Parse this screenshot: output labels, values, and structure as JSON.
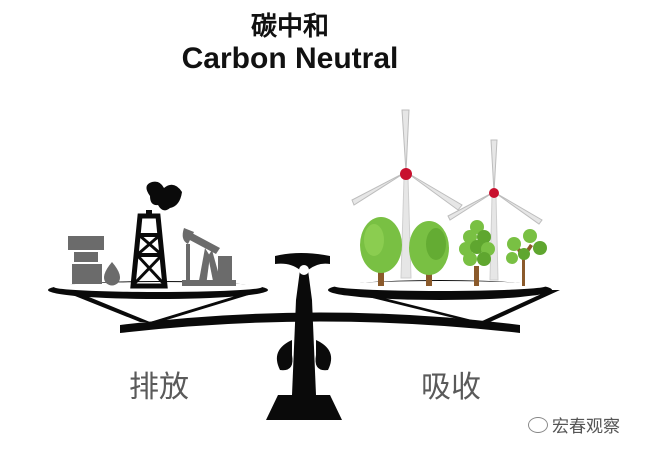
{
  "header": {
    "title_zh": "碳中和",
    "title_en": "Carbon Neutral"
  },
  "scale": {
    "left_label": "排放",
    "right_label": "吸收"
  },
  "watermark": {
    "text": "宏春观察",
    "icon": "wechat-icon"
  },
  "colors": {
    "scale": "#0a0a0a",
    "emission_gray": "#6b6b6b",
    "tree_green": "#79c043",
    "tree_dark": "#4e9a2a",
    "trunk": "#8b5a2b",
    "turbine": "#e6e6e6",
    "turbine_hub": "#c8102e"
  }
}
